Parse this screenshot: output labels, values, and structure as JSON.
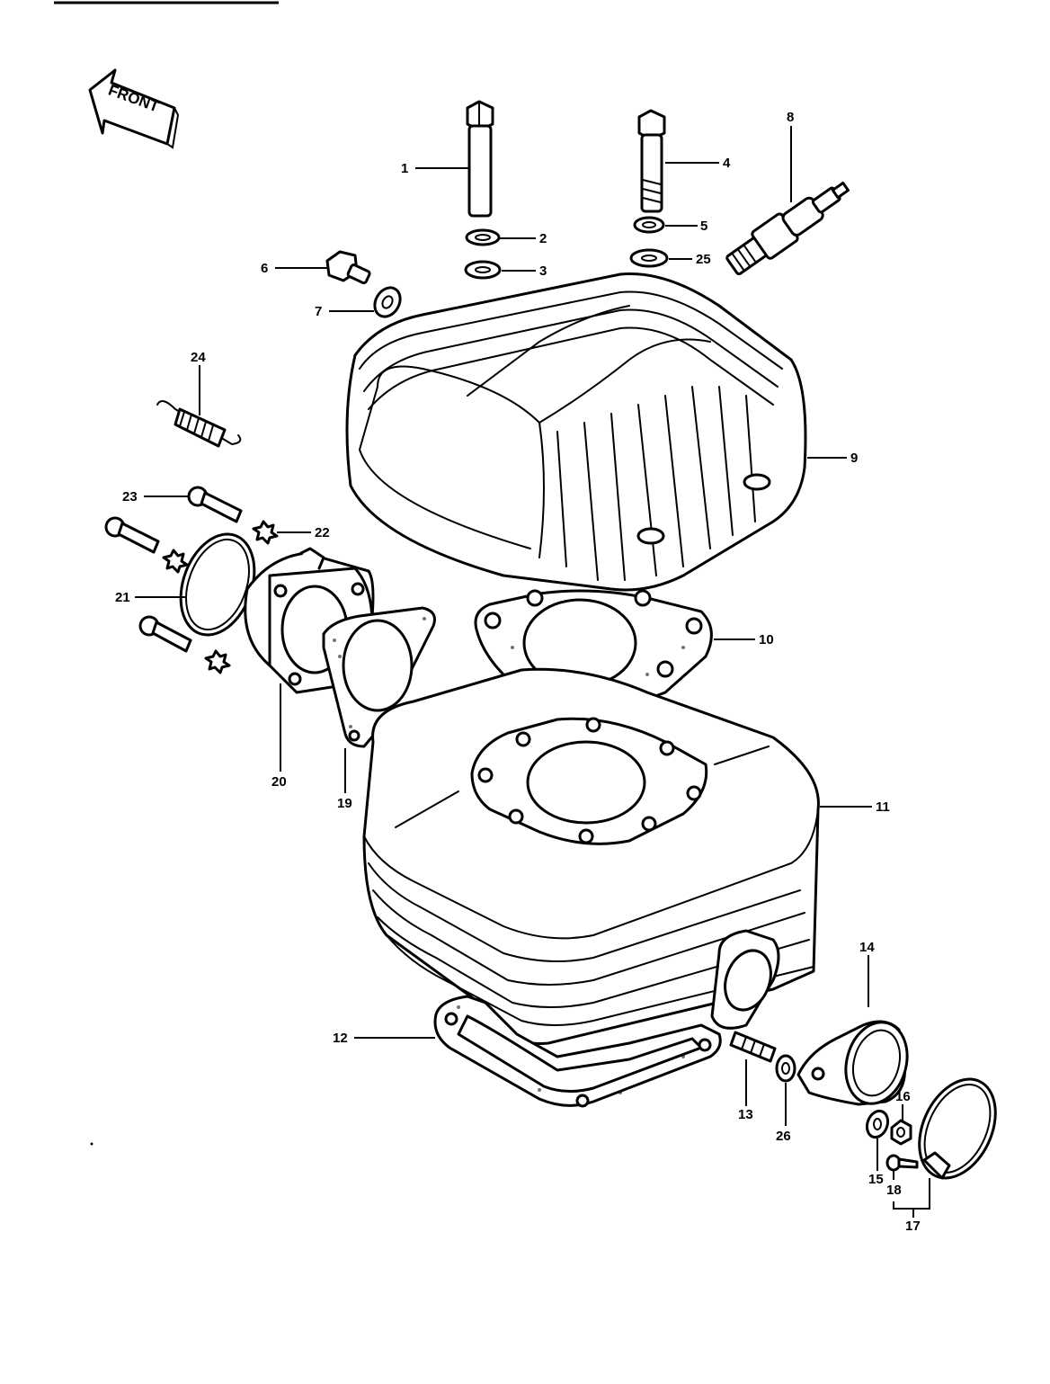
{
  "front_label": "FRONT",
  "callouts": {
    "c1": "1",
    "c2": "2",
    "c3": "3",
    "c4": "4",
    "c5": "5",
    "c6": "6",
    "c7": "7",
    "c8": "8",
    "c9": "9",
    "c10": "10",
    "c11": "11",
    "c12": "12",
    "c13": "13",
    "c14": "14",
    "c15": "15",
    "c16": "16",
    "c17": "17",
    "c18": "18",
    "c19": "19",
    "c20": "20",
    "c21": "21",
    "c22": "22",
    "c23": "23",
    "c24": "24",
    "c25": "25",
    "c26": "26"
  }
}
